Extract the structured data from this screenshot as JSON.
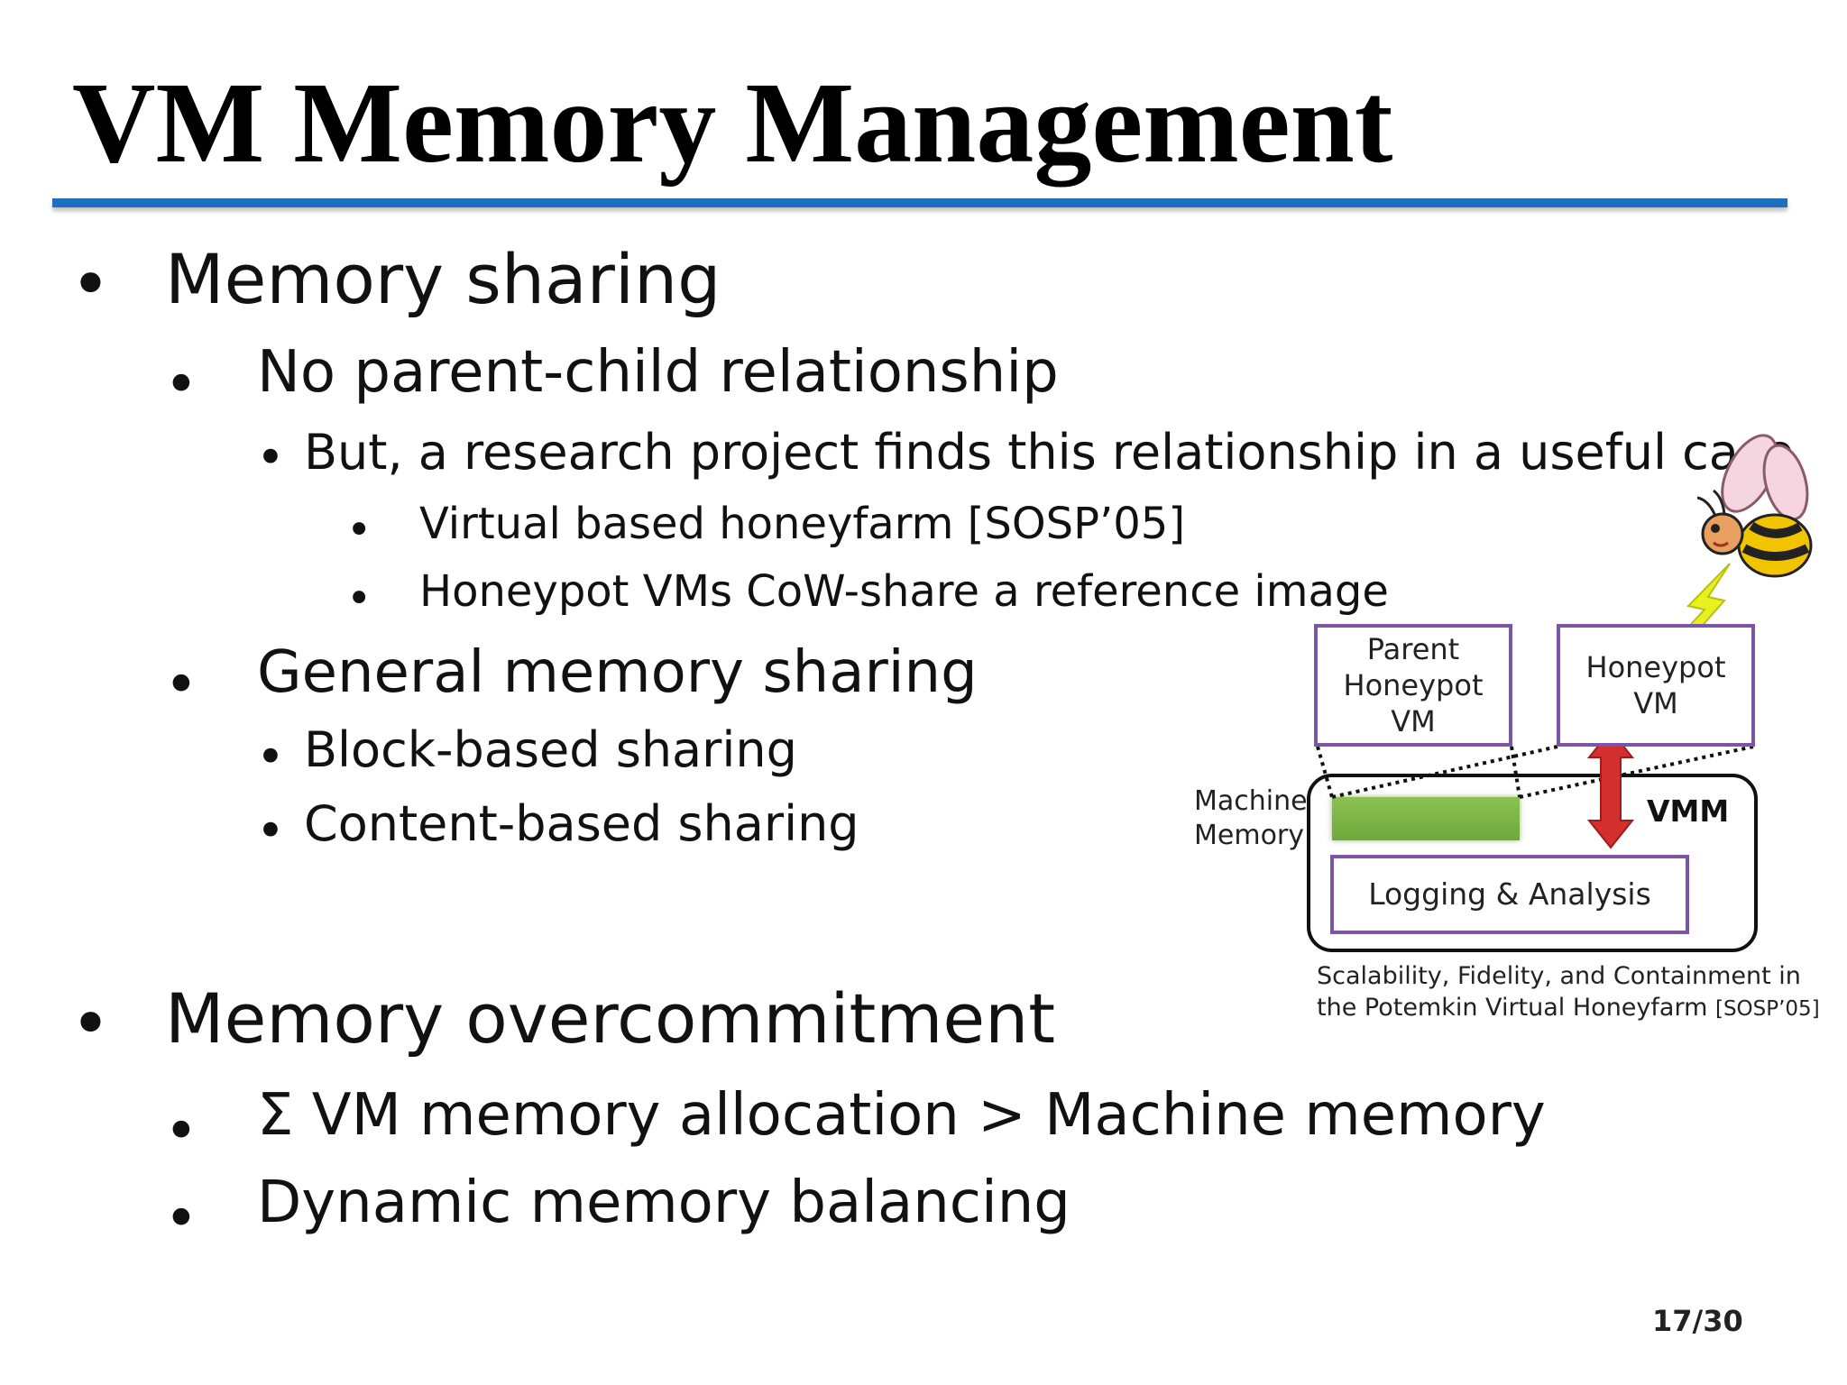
{
  "slide": {
    "title": "VM Memory Management",
    "page_number": "17/30"
  },
  "bullets": {
    "b1": "Memory sharing",
    "b1_1": "No parent-child relationship",
    "b1_1_1": "But, a research project finds this relationship in a useful case",
    "b1_1_1_1": "Virtual based honeyfarm [SOSP’05]",
    "b1_1_1_2": "Honeypot VMs CoW-share a reference image",
    "b1_2": "General memory sharing",
    "b1_2_1": "Block-based sharing",
    "b1_2_2": "Content-based sharing",
    "b2": "Memory overcommitment",
    "b2_1": "Σ VM memory allocation > Machine memory",
    "b2_2": "Dynamic memory balancing"
  },
  "diagram": {
    "parent_vm": "Parent\nHoneypot\nVM",
    "honeypot_vm": "Honeypot\nVM",
    "machine_memory": "Machine\nMemory",
    "vmm": "VMM",
    "logging": "Logging & Analysis",
    "caption_line1": "Scalability, Fidelity, and Containment in",
    "caption_line2": "the Potemkin Virtual Honeyfarm",
    "caption_ref": "[SOSP’05]"
  },
  "colors": {
    "title_rule": "#1f6fbf",
    "vm_box_border": "#7a55a8",
    "memory_block": "#7cb342",
    "arrow": "#d32f2f",
    "lightning": "#e8f020"
  },
  "icons": {
    "bee": "bee-illustration",
    "bullet": "bullet-dot"
  }
}
